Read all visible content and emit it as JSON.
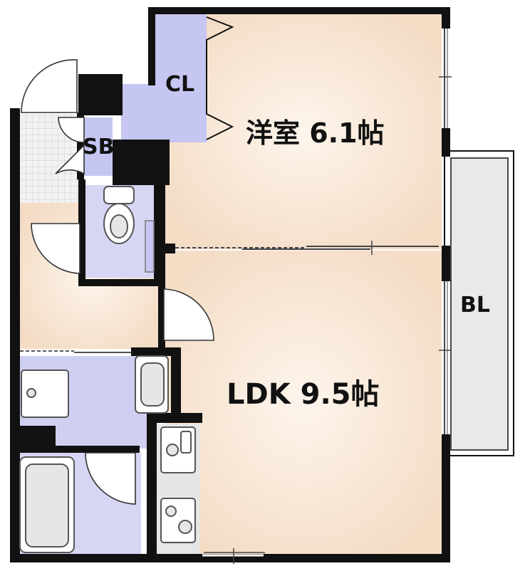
{
  "rooms": {
    "western_room": {
      "label": "洋室 6.1帖"
    },
    "ldk": {
      "label": "LDK 9.5帖"
    },
    "closet": {
      "label": "CL"
    },
    "shoe_box": {
      "label": "SB"
    },
    "balcony": {
      "label": "BL"
    }
  },
  "colors": {
    "floor": "#f6e2cf",
    "floor_center": "#fdf5ec",
    "storage": "#c6c6f2",
    "wet_area": "#cfcff2",
    "balcony": "#e9e9e9",
    "wall": "#111111"
  }
}
